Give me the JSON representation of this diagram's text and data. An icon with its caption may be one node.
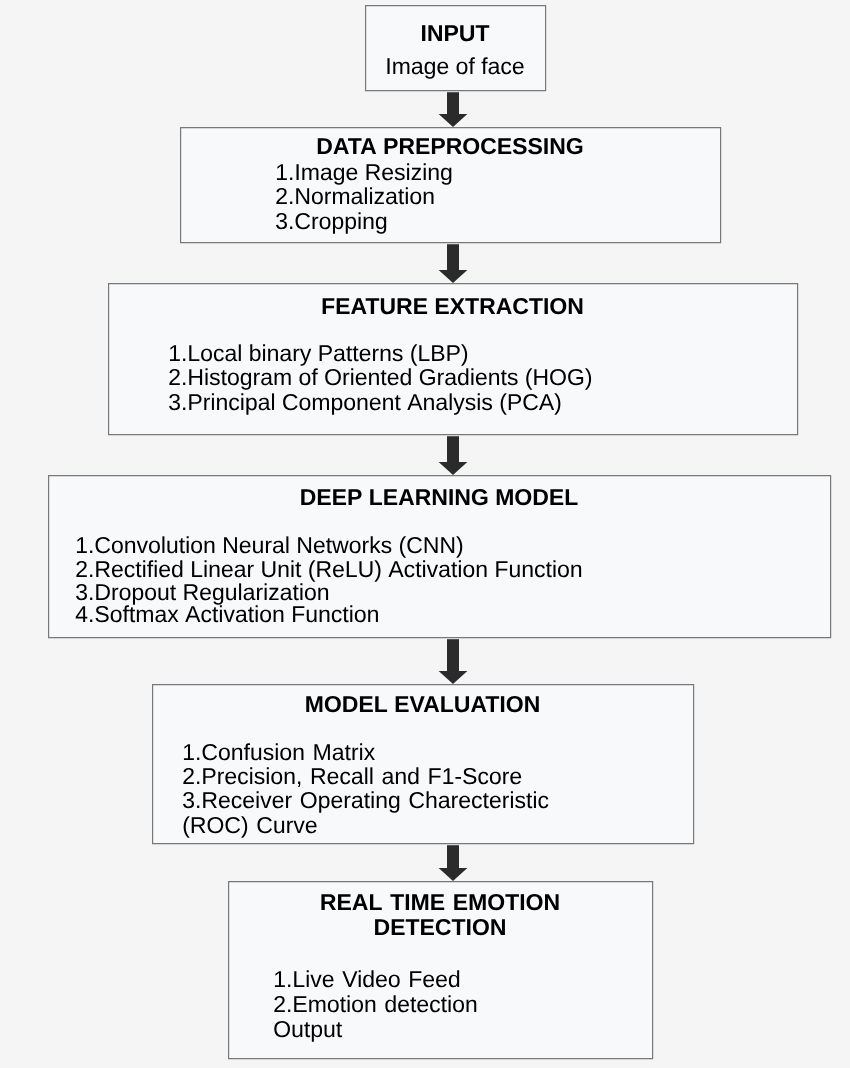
{
  "diagram": {
    "nodes": [
      {
        "text": [
          "INPUT",
          "Image of face"
        ]
      },
      {
        "text": [
          "DATA PREPROCESSING",
          "1.Image Resizing",
          "2.Normalization",
          "3.Cropping"
        ]
      },
      {
        "text": [
          "FEATURE EXTRACTION",
          "1.Local binary Patterns (LBP)",
          "2.Histogram of Oriented Gradients (HOG)",
          "3.Principal Component Analysis (PCA)"
        ]
      },
      {
        "text": [
          "DEEP LEARNING MODEL",
          "1.Convolution Neural Networks (CNN)",
          "2.Rectified Linear Unit (ReLU) Activation Function",
          "3.Dropout Regularization",
          "4.Softmax Activation Function"
        ]
      },
      {
        "text": [
          "MODEL EVALUATION",
          "1.Confusion Matrix",
          "2.Precision, Recall and F1-Score",
          "3.Receiver Operating Charecteristic (ROC) Curve"
        ]
      },
      {
        "text": [
          "REAL TIME EMOTION DETECTION",
          "1.Live Video Feed",
          "2.Emotion detection Output"
        ]
      }
    ],
    "edges": [
      {
        "from": 0,
        "to": 1,
        "arrow": "to"
      },
      {
        "from": 1,
        "to": 2,
        "arrow": "to"
      },
      {
        "from": 2,
        "to": 3,
        "arrow": "to"
      },
      {
        "from": 3,
        "to": 4,
        "arrow": "to"
      },
      {
        "from": 4,
        "to": 5,
        "arrow": "to"
      }
    ]
  }
}
